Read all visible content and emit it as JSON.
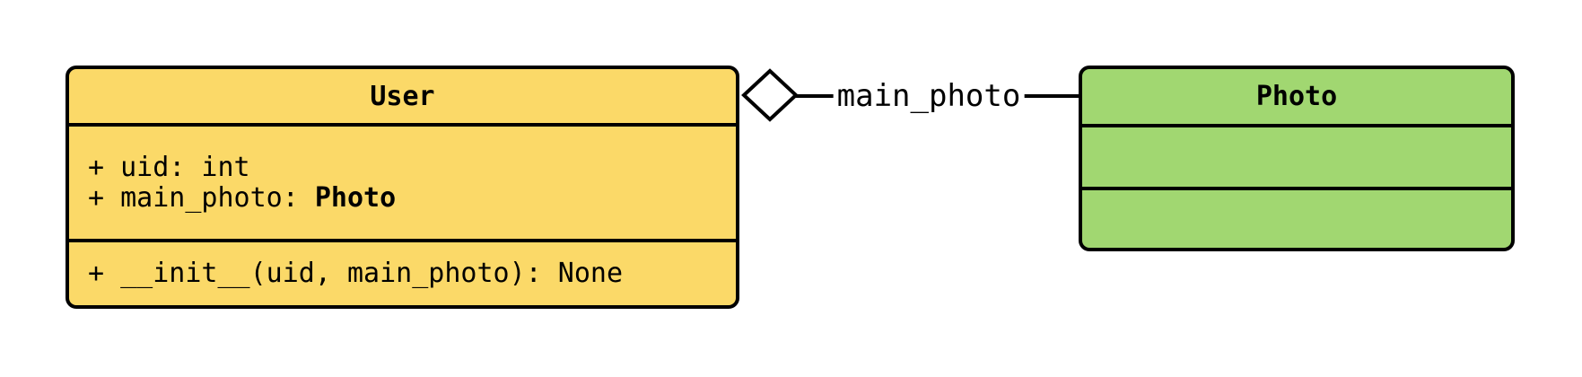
{
  "colors": {
    "background": "#FFFFFF",
    "stroke": "#000000",
    "user_fill": "#FBD968",
    "photo_fill": "#A1D771"
  },
  "classes": {
    "user": {
      "title": "User",
      "attributes": {
        "line1": "+ uid: int",
        "line2_prefix": "+ main_photo: ",
        "line2_type": "Photo"
      },
      "methods": {
        "line1": "+ __init__(uid, main_photo): None"
      }
    },
    "photo": {
      "title": "Photo"
    }
  },
  "relation": {
    "kind": "aggregation",
    "label": "main_photo"
  }
}
